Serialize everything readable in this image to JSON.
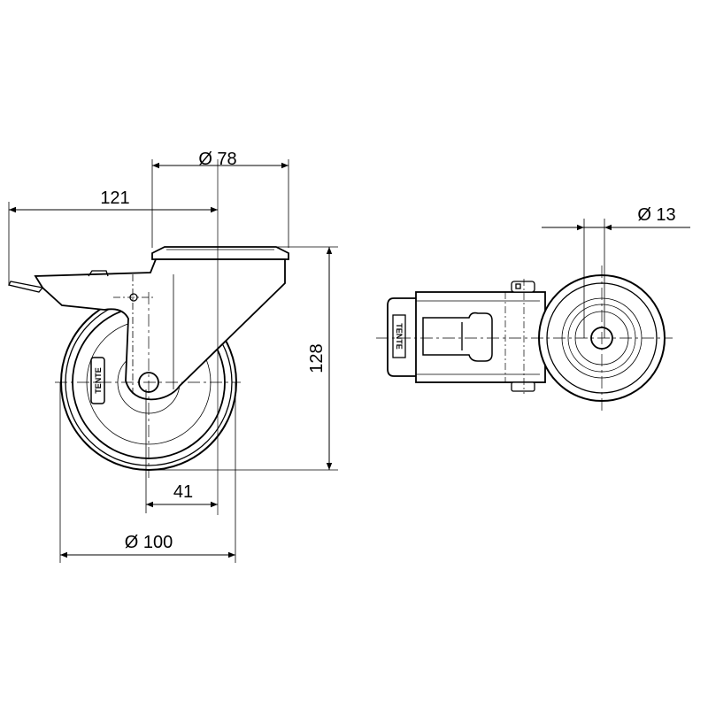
{
  "drawing": {
    "dimensions": {
      "plate_diameter": "Ø 78",
      "overall_length": "121",
      "overall_height": "128",
      "offset": "41",
      "wheel_diameter": "Ø 100",
      "bolt_hole_diameter": "Ø 13"
    },
    "logo_text": "TENTE",
    "line_color": "#000000",
    "background": "#ffffff"
  }
}
